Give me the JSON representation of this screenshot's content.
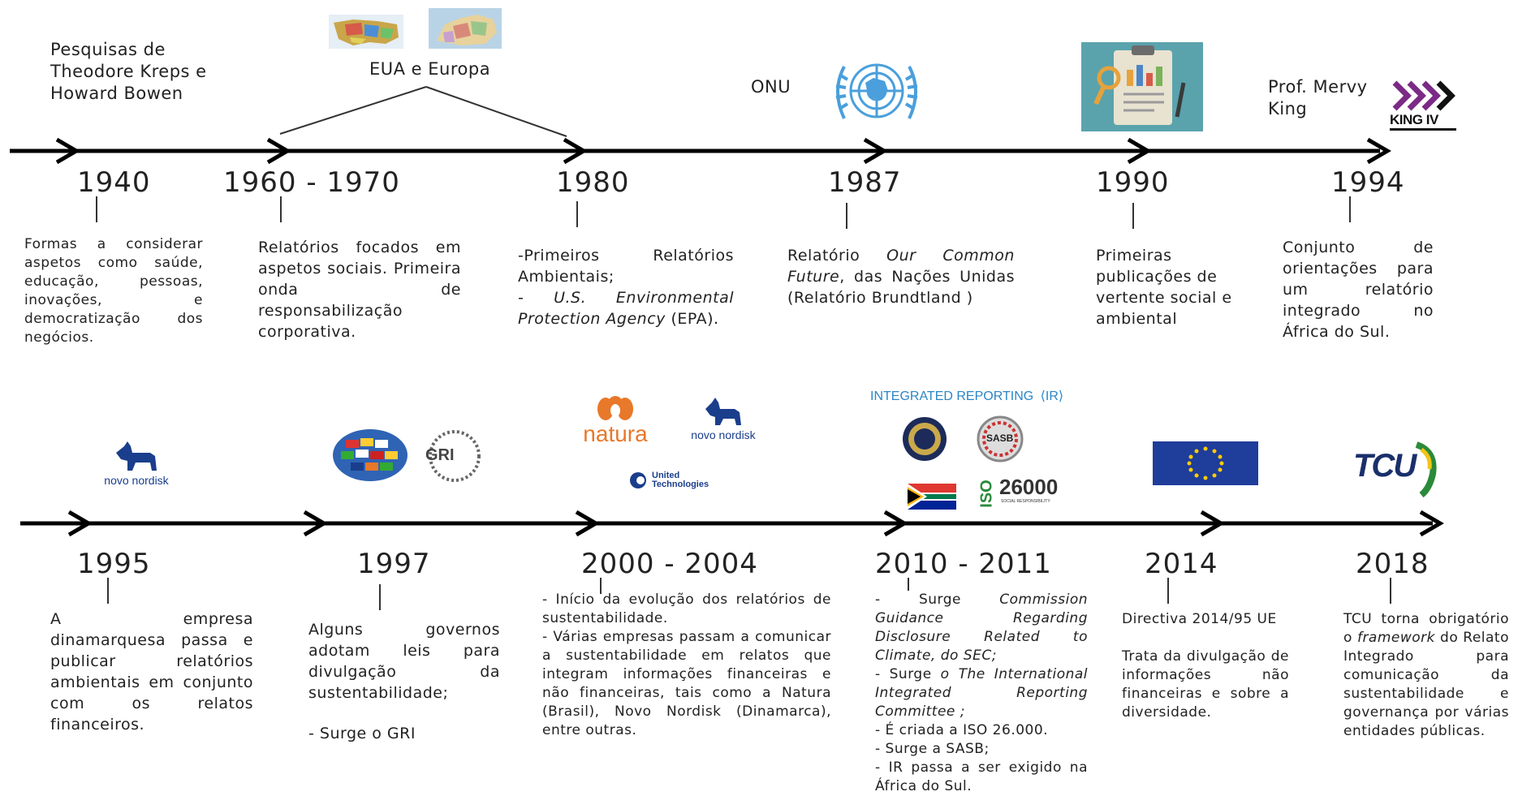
{
  "row1": {
    "items": [
      {
        "year": "1940",
        "desc": [
          "Formas a considerar aspetos como saúde, educação, pessoas, inovações, e democratização dos negócios."
        ]
      },
      {
        "year": "1960 - 1970",
        "desc": [
          "Relatórios focados em aspetos sociais. Primeira onda de responsabilização corporativa."
        ]
      },
      {
        "year": "1980",
        "desc_parts": [
          "-Primeiros Relatórios Ambientais;",
          "- U.S. Environmental Protection Agency",
          " (EPA)."
        ]
      },
      {
        "year": "1987",
        "desc_parts": [
          "Relatório ",
          "Our Common Future",
          ", das Nações Unidas (Relatório Brundtland )"
        ]
      },
      {
        "year": "1990",
        "desc": [
          "Primeiras publicações de vertente social e ambiental"
        ]
      },
      {
        "year": "1994",
        "desc": [
          "Conjunto de orientações para um relatório integrado no África do Sul."
        ]
      }
    ],
    "top_labels": {
      "research": "Pesquisas de\nTheodore Kreps e\nHoward Bowen",
      "eua": "EUA e Europa",
      "onu": "ONU",
      "king_person": "Prof. Mervy\nKing",
      "king_logo": "KING IV"
    }
  },
  "row2": {
    "items": [
      {
        "year": "1995",
        "desc": [
          "A empresa dinamarquesa passa e publicar relatórios ambientais em conjunto com os relatos financeiros."
        ]
      },
      {
        "year": "1997",
        "desc": [
          "Alguns governos adotam leis para divulgação da sustentabilidade;",
          "",
          "- Surge o GRI"
        ]
      },
      {
        "year": "2000 - 2004",
        "desc": [
          "- Início da evolução dos relatórios de sustentabilidade.",
          "- Várias empresas passam a comunicar a sustentabilidade em relatos que integram informações financeiras e não financeiras, tais como a Natura (Brasil), Novo Nordisk (Dinamarca), entre outras."
        ]
      },
      {
        "year": "2010 - 2011",
        "desc_parts": [
          "- Surge ",
          "Commission Guidance Regarding Disclosure Related to Climate, do SEC;",
          "- Surge ",
          "o The International Integrated Reporting Committee ;",
          "- É criada a ISO 26.000.",
          "- Surge a SASB;",
          "- IR passa a ser exigido na África do Sul."
        ]
      },
      {
        "year": "2014",
        "desc": [
          "Directiva 2014/95 UE",
          "",
          "Trata da divulgação de informações não financeiras e sobre a diversidade."
        ]
      },
      {
        "year": "2018",
        "desc_parts": [
          "TCU torna obrigatório o ",
          "framework",
          " do Relato Integrado para comunicação da sustentabilidade e governança por várias entidades públicas."
        ]
      }
    ],
    "logos": {
      "novo1": "novo nordisk",
      "gri": "GRI",
      "natura": "natura",
      "novo2": "novo nordisk",
      "united": "United Technologies",
      "ir": "INTEGRATED REPORTING",
      "ir_tag": "IR",
      "sasb": "SASB",
      "iso": "ISO",
      "iso_num": "26000",
      "iso_sub": "SOCIAL RESPONSIBILITY",
      "tcu": "TCU"
    }
  },
  "colors": {
    "line": "#000000",
    "natura": "#e8782a",
    "novo": "#1a3e8c",
    "eu": "#1f3d9a",
    "ir": "#2b86c6",
    "tcu": "#1a2f6b"
  }
}
